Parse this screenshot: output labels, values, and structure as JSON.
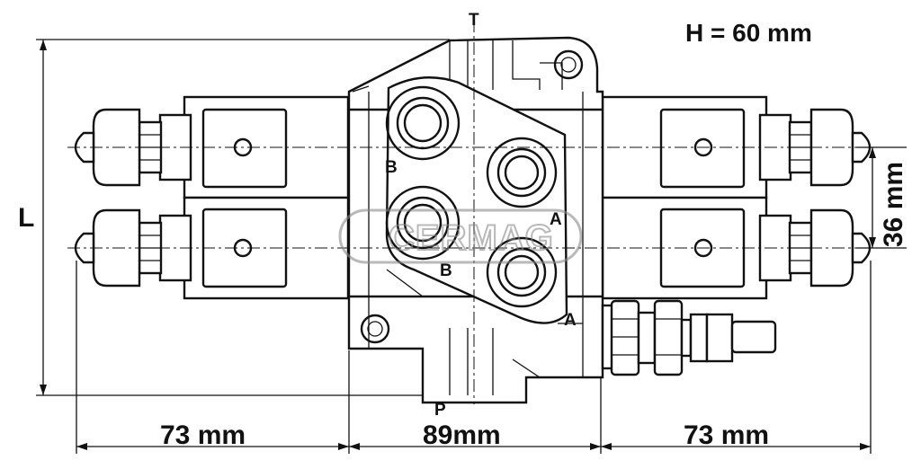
{
  "header": {
    "height_spec": "H = 60 mm"
  },
  "ports": {
    "top": "T",
    "bottom": "P",
    "b_upper": "B",
    "b_lower": "B",
    "a_upper": "A",
    "a_lower": "A"
  },
  "dimensions": {
    "left_width": "73 mm",
    "middle_width": "89mm",
    "right_width": "73 mm",
    "spacing": "36 mm",
    "length": "L"
  },
  "watermark": {
    "text": "CERMAG"
  }
}
